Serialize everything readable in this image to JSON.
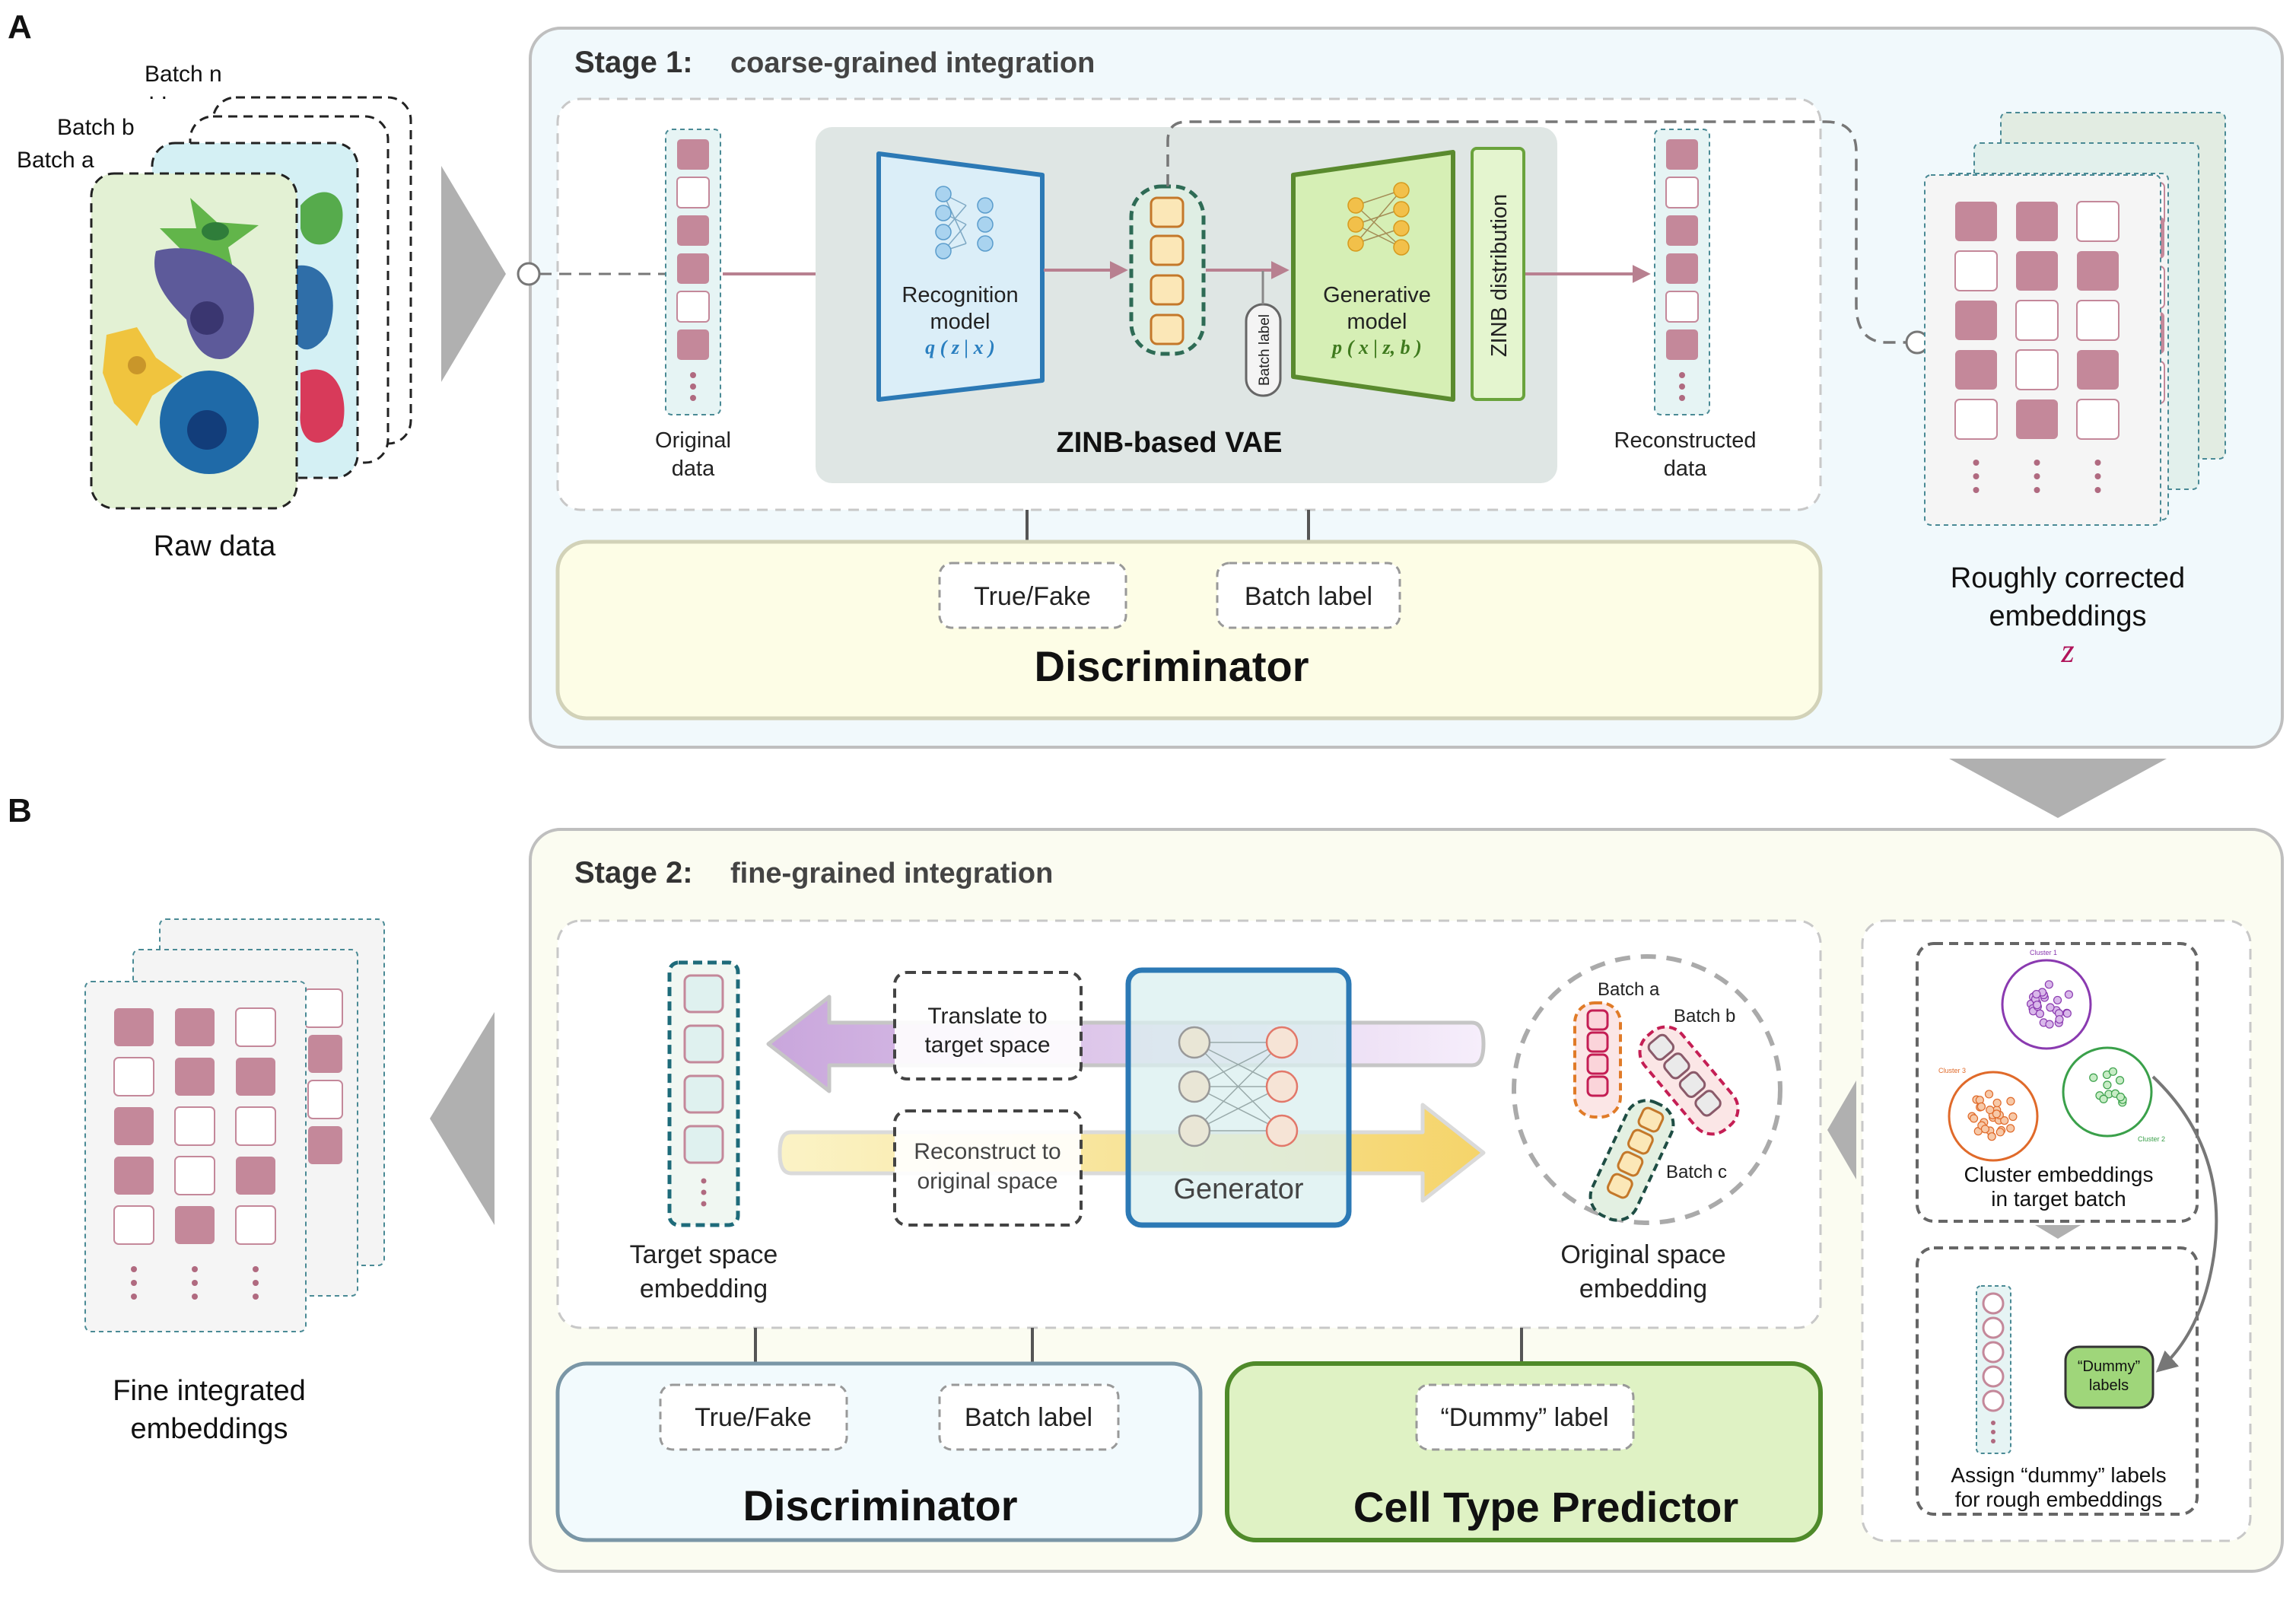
{
  "panel_labels": {
    "a": "A",
    "b": "B"
  },
  "raw": {
    "batches": [
      "Batch n",
      "Batch b",
      "Batch a"
    ],
    "dots": ". .",
    "label": "Raw data"
  },
  "stage1": {
    "title_prefix": "Stage 1:",
    "title": "coarse-grained integration",
    "original_data": [
      "Original",
      "data"
    ],
    "recognition": [
      "Recognition",
      "model"
    ],
    "recognition_formula": "q ( z | x )",
    "generative": [
      "Generative",
      "model"
    ],
    "generative_formula": "p ( x | z, b )",
    "batch_label_small": "Batch label",
    "zinb_dist": "ZINB  distribution",
    "vae_label": "ZINB-based VAE",
    "reconstructed": [
      "Reconstructed",
      "data"
    ],
    "true_fake": "True/Fake",
    "batch_label": "Batch label",
    "discriminator": "Discriminator",
    "dots": "⋮"
  },
  "rough": {
    "label": [
      "Roughly corrected",
      "embeddings"
    ],
    "symbol": "z"
  },
  "stage2": {
    "title_prefix": "Stage 2:",
    "title": "fine-grained integration",
    "translate": [
      "Translate to",
      "target space"
    ],
    "reconstruct": [
      "Reconstruct to",
      "original space"
    ],
    "generator": "Generator",
    "target_embedding": [
      "Target space",
      "embedding"
    ],
    "original_embedding": [
      "Original space",
      "embedding"
    ],
    "batch_a": "Batch a",
    "batch_b": "Batch b",
    "batch_c": "Batch c",
    "true_fake": "True/Fake",
    "batch_label": "Batch label",
    "discriminator": "Discriminator",
    "dummy_label": "“Dummy” label",
    "cell_type_predictor": "Cell Type Predictor",
    "cluster_caption": [
      "Cluster embeddings",
      "in target batch"
    ],
    "cluster_1": "Cluster 1",
    "cluster_2": "Cluster 2",
    "cluster_3": "Cluster 3",
    "dummy_labels_box": [
      "“Dummy”",
      "labels"
    ],
    "assign_caption": [
      "Assign “dummy” labels",
      "for rough embeddings"
    ]
  },
  "fine": {
    "label": [
      "Fine integrated",
      "embeddings"
    ]
  },
  "colors": {
    "mauve": "#c4889a",
    "stage1_bg": "#f1f9fc",
    "stage2_bg": "#fbfcf1",
    "disc1_bg": "#fdfde6",
    "disc2_bg": "#f2fafd",
    "ctp_bg": "#dff2c4",
    "green": "#5a8a2e",
    "blue": "#2c79b5",
    "teal": "#1e6b7a"
  }
}
